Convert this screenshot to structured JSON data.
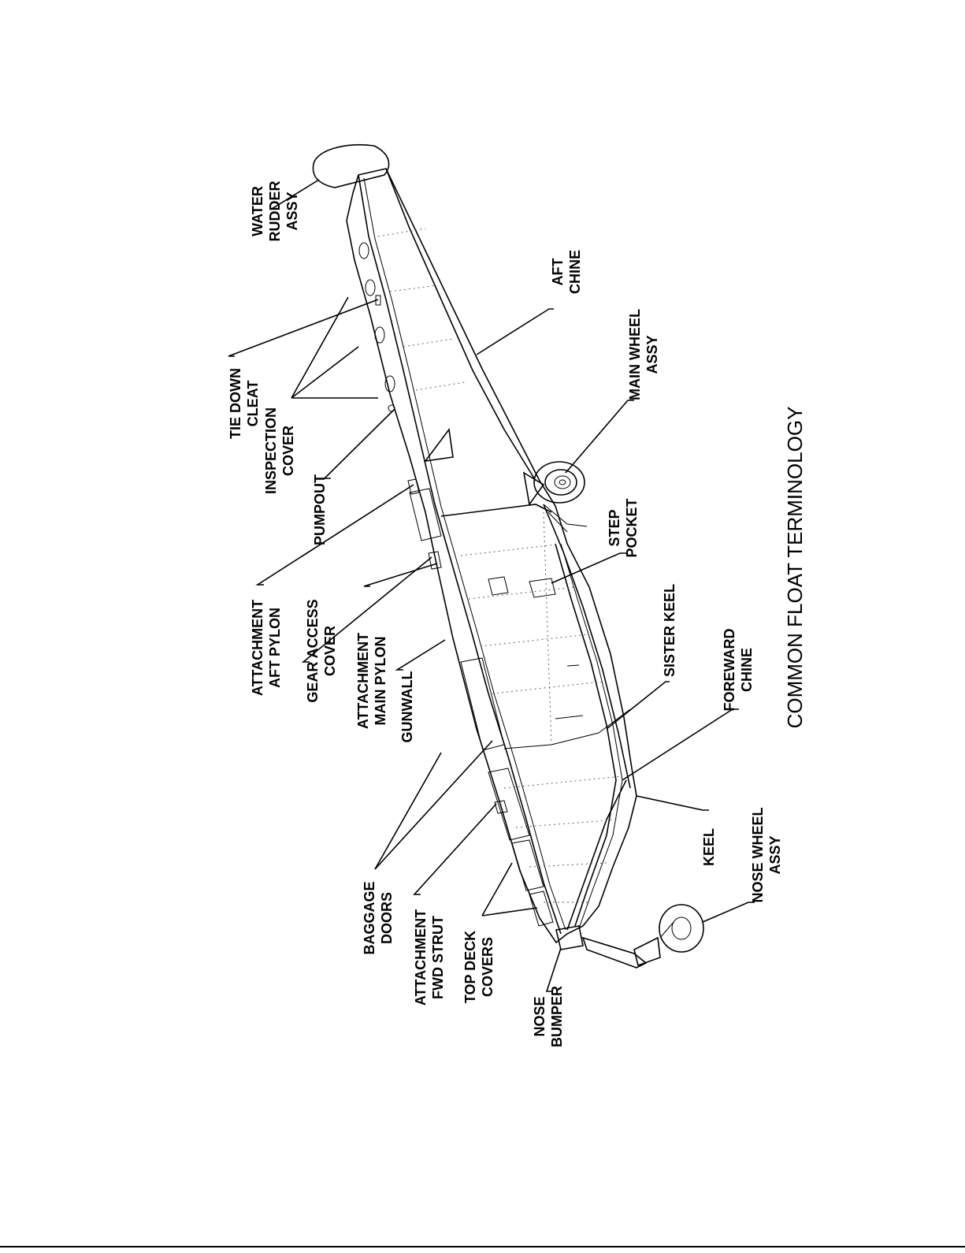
{
  "diagram": {
    "title": "COMMON FLOAT TERMINOLOGY",
    "labels": {
      "water_rudder": [
        "WATER",
        "RUDDER",
        "ASSY"
      ],
      "tie_down": [
        "TIE DOWN",
        "CLEAT"
      ],
      "inspection": [
        "INSPECTION",
        "COVER"
      ],
      "pumpout": [
        "PUMPOUT"
      ],
      "aft_pylon": [
        "ATTACHMENT",
        "AFT PYLON"
      ],
      "gear_access": [
        "GEAR ACCESS",
        "COVER"
      ],
      "main_pylon": [
        "ATTACHMENT",
        "MAIN PYLON"
      ],
      "gunwall": [
        "GUNWALL"
      ],
      "baggage": [
        "BAGGAGE",
        "DOORS"
      ],
      "fwd_strut": [
        "ATTACHMENT",
        "FWD STRUT"
      ],
      "top_deck": [
        "TOP DECK",
        "COVERS"
      ],
      "nose_bumper": [
        "NOSE",
        "BUMPER"
      ],
      "aft_chine": [
        "AFT",
        "CHINE"
      ],
      "main_wheel": [
        "MAIN WHEEL",
        "ASSY"
      ],
      "step_pocket": [
        "STEP",
        "POCKET"
      ],
      "sister_keel": [
        "SISTER KEEL"
      ],
      "foreward_chine": [
        "FOREWARD",
        "CHINE"
      ],
      "keel": [
        "KEEL"
      ],
      "nose_wheel": [
        "NOSE WHEEL",
        "ASSY"
      ]
    }
  }
}
